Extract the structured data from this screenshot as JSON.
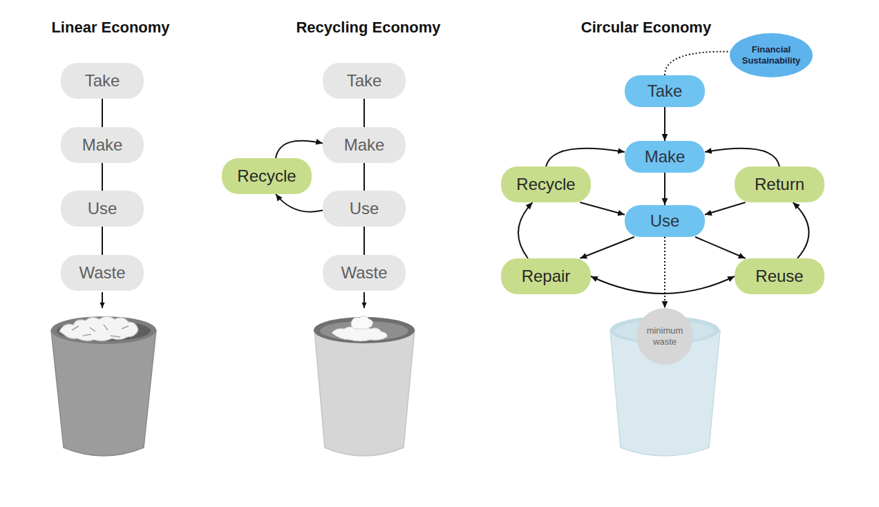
{
  "diagram": {
    "nodes": [
      {
        "text": [
          "Take"
        ]
      },
      {
        "text": [
          "Make"
        ]
      },
      {
        "text": [
          "Use"
        ]
      },
      {
        "text": [
          "Waste"
        ]
      },
      {
        "text": [
          "Take"
        ]
      },
      {
        "text": [
          "Make"
        ]
      },
      {
        "text": [
          "Recycle"
        ]
      },
      {
        "text": [
          "Use"
        ]
      },
      {
        "text": [
          "Waste"
        ]
      },
      {
        "text": [
          "Financial Sustainability"
        ]
      },
      {
        "text": [
          "Take"
        ]
      },
      {
        "text": [
          "Make"
        ]
      },
      {
        "text": [
          "Recycle"
        ]
      },
      {
        "text": [
          "Return"
        ]
      },
      {
        "text": [
          "Use"
        ]
      },
      {
        "text": [
          "Repair"
        ]
      },
      {
        "text": [
          "Reuse"
        ]
      },
      {
        "text": [
          "minimum waste"
        ]
      }
    ],
    "edges": [
      {
        "from": 0,
        "to": 1,
        "arrow": "none"
      },
      {
        "from": 1,
        "to": 2,
        "arrow": "none"
      },
      {
        "from": 2,
        "to": 3,
        "arrow": "none"
      },
      {
        "from": 4,
        "to": 5,
        "arrow": "none"
      },
      {
        "from": 5,
        "to": 7,
        "arrow": "none"
      },
      {
        "from": 7,
        "to": 8,
        "arrow": "none"
      },
      {
        "from": 7,
        "to": 6,
        "arrow": "to"
      },
      {
        "from": 6,
        "to": 5,
        "arrow": "to"
      },
      {
        "from": 10,
        "to": 9,
        "arrow": "none"
      },
      {
        "from": 10,
        "to": 11,
        "arrow": "to"
      },
      {
        "from": 11,
        "to": 14,
        "arrow": "to"
      },
      {
        "from": 12,
        "to": 14,
        "arrow": "to"
      },
      {
        "from": 13,
        "to": 14,
        "arrow": "to"
      },
      {
        "from": 14,
        "to": 15,
        "arrow": "to"
      },
      {
        "from": 14,
        "to": 16,
        "arrow": "to"
      },
      {
        "from": 15,
        "to": 12,
        "arrow": "to"
      },
      {
        "from": 16,
        "to": 13,
        "arrow": "to"
      },
      {
        "from": 13,
        "to": 11,
        "arrow": "to"
      },
      {
        "from": 12,
        "to": 11,
        "arrow": "to"
      },
      {
        "from": 15,
        "to": 16,
        "arrow": "both"
      },
      {
        "from": 14,
        "to": 17,
        "arrow": "to"
      }
    ],
    "labels": [
      "Linear Economy",
      "Recycling Economy",
      "Circular Economy"
    ]
  }
}
